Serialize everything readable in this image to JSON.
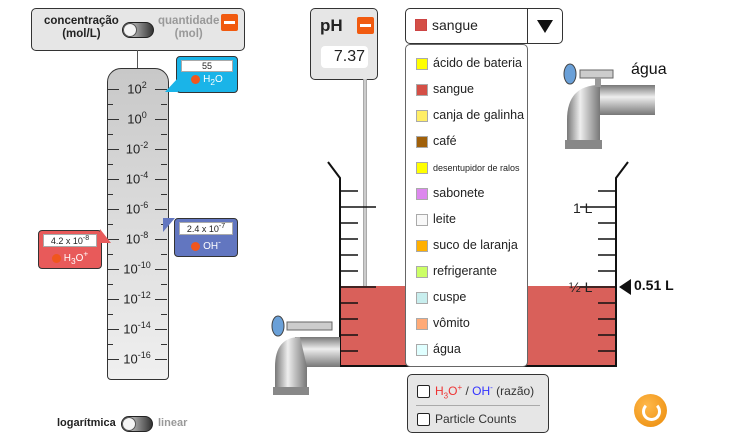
{
  "unitsToggle": {
    "left": "concentração",
    "left2": "(mol/L)",
    "right": "quantidade",
    "right2": "(mol)"
  },
  "scaleToggle": {
    "left": "logarítmica",
    "right": "linear"
  },
  "scale": {
    "ticks": [
      {
        "base": "10",
        "exp": "2"
      },
      {
        "base": "10",
        "exp": "0"
      },
      {
        "base": "10",
        "exp": "-2"
      },
      {
        "base": "10",
        "exp": "-4"
      },
      {
        "base": "10",
        "exp": "-6"
      },
      {
        "base": "10",
        "exp": "-8"
      },
      {
        "base": "10",
        "exp": "-10"
      },
      {
        "base": "10",
        "exp": "-12"
      },
      {
        "base": "10",
        "exp": "-14"
      },
      {
        "base": "10",
        "exp": "-16"
      }
    ]
  },
  "callouts": {
    "h2o": {
      "value": "55",
      "label": "H",
      "sub": "2",
      "tail": "O",
      "color": "#1ab4e8"
    },
    "oh": {
      "value": "2.4 x 10",
      "exp": "-7",
      "label": "OH",
      "sup": "-",
      "color": "#6276c0"
    },
    "h3o": {
      "value": "4.2 x 10",
      "exp": "-8",
      "label": "H",
      "sub": "3",
      "tail": "O",
      "sup": "+",
      "color": "#e85a5a"
    }
  },
  "phMeter": {
    "label": "pH",
    "value": "7.37"
  },
  "solute": {
    "selected": "sangue",
    "selectedColor": "#d44f46",
    "options": [
      {
        "label": "ácido de bateria",
        "color": "#ffff00"
      },
      {
        "label": "sangue",
        "color": "#d44f46"
      },
      {
        "label": "canja de galinha",
        "color": "#ffee66"
      },
      {
        "label": "café",
        "color": "#a0600a"
      },
      {
        "label": "desentupidor de ralos",
        "color": "#ffff00",
        "small": true
      },
      {
        "label": "sabonete",
        "color": "#dd88ee"
      },
      {
        "label": "leite",
        "color": "#f8f8f8"
      },
      {
        "label": "suco de laranja",
        "color": "#ffb000"
      },
      {
        "label": "refrigerante",
        "color": "#ccff66"
      },
      {
        "label": "cuspe",
        "color": "#c8eeee"
      },
      {
        "label": "vômito",
        "color": "#ffaa77"
      },
      {
        "label": "água",
        "color": "#e0ffff"
      }
    ]
  },
  "beaker": {
    "label1": "1 L",
    "labelHalf": "½ L",
    "volume": "0.51 L",
    "volumeLiters": 0.51,
    "liquidColor": "#d9605a"
  },
  "faucet": {
    "label": "água"
  },
  "options": {
    "ratio_a": "H",
    "ratio_sub": "3",
    "ratio_b": "O",
    "ratio_sup": "+",
    "ratio_sep": " / ",
    "ratio_c": "OH",
    "ratio_csup": "-",
    "ratio_tail": " (razão)",
    "particles": "Particle Counts"
  }
}
